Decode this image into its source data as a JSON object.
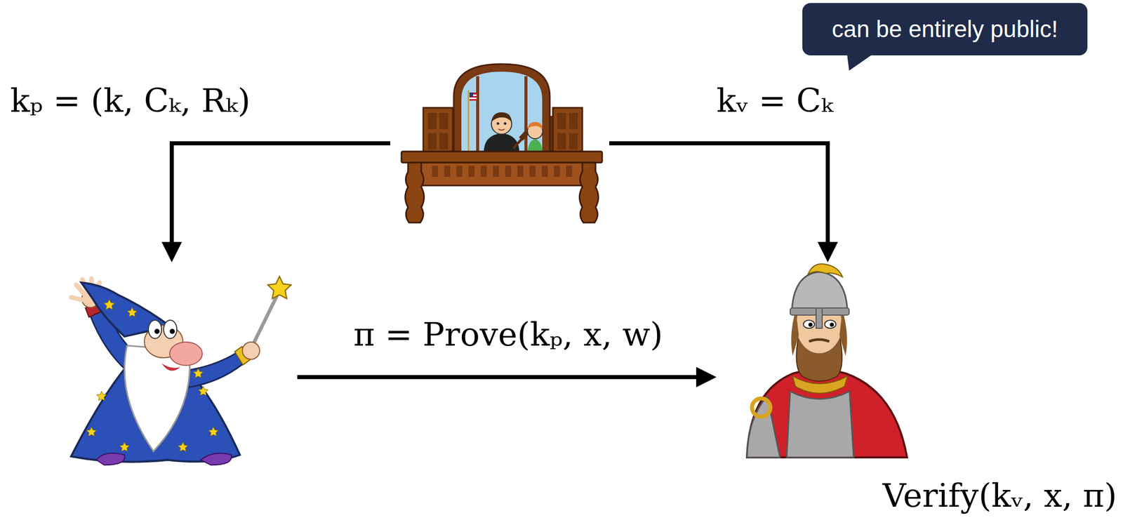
{
  "diagram": {
    "nodes": [
      {
        "text": [
          "can be entirely public!"
        ]
      }
    ],
    "labels": [
      "kₚ = (k, Cₖ, Rₖ)",
      "kᵥ = Cₖ",
      "π = Prove(kₚ, x, w)",
      "Verify(kᵥ, x, π)"
    ]
  }
}
